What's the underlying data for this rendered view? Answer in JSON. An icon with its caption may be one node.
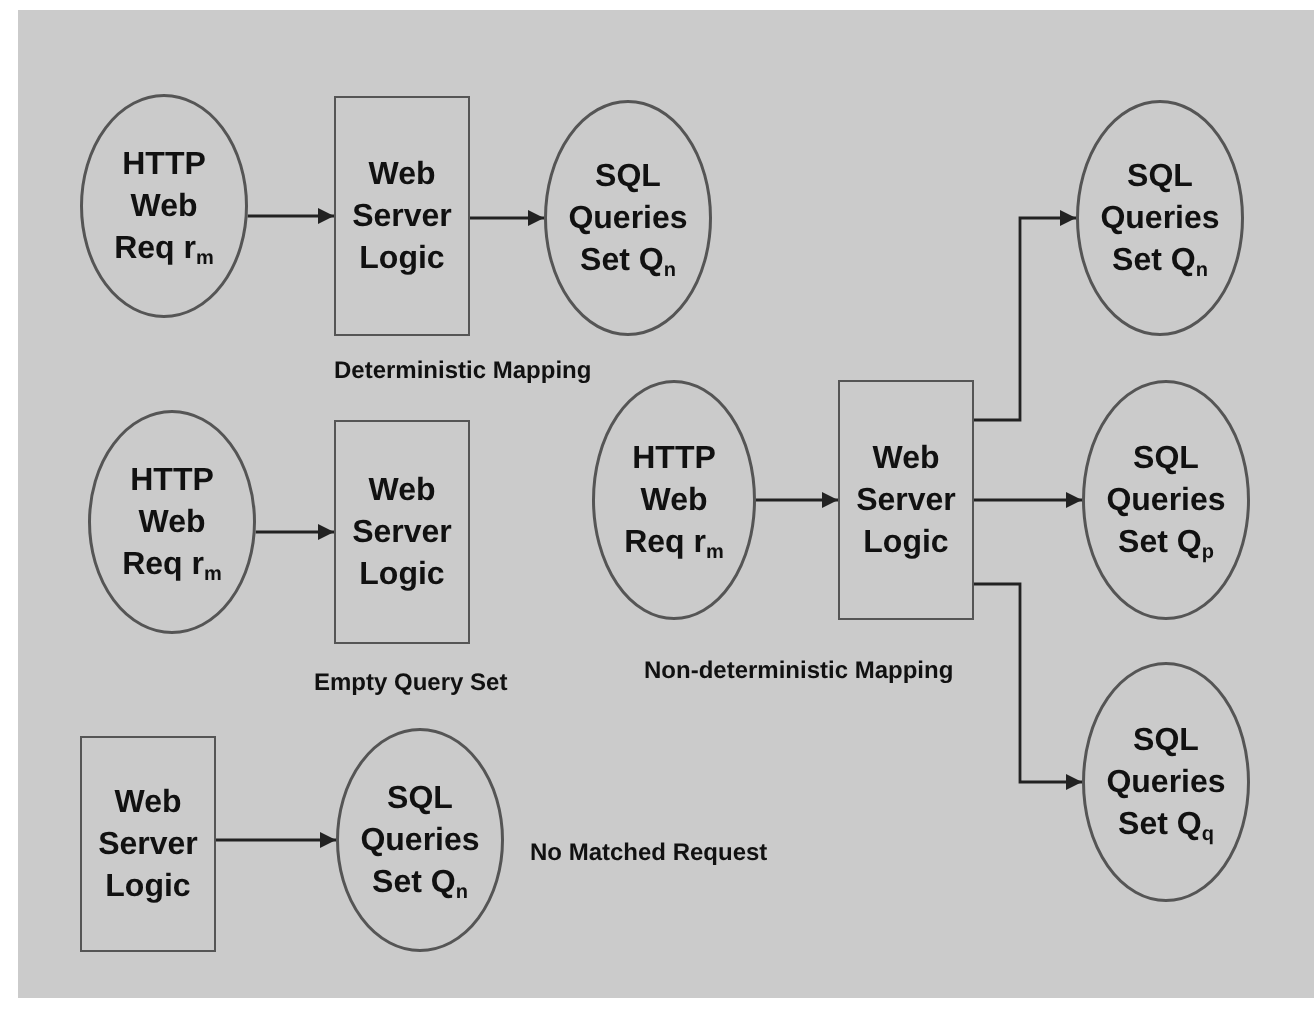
{
  "diagram": {
    "nodes": [
      {
        "text": [
          "HTTP Web Req r$_{m}$"
        ]
      },
      {
        "text": [
          "Web Server Logic"
        ]
      },
      {
        "text": [
          "SQL Queries Set Q$_{n}$"
        ]
      },
      {
        "text": [
          "HTTP Web Req r$_{m}$"
        ]
      },
      {
        "text": [
          "Web Server Logic"
        ]
      },
      {
        "text": [
          "Web Server Logic"
        ]
      },
      {
        "text": [
          "SQL Queries Set Q$_{n}$"
        ]
      },
      {
        "text": [
          "HTTP Web Req r$_{m}$"
        ]
      },
      {
        "text": [
          "Web Server Logic"
        ]
      },
      {
        "text": [
          "SQL Queries Set Q$_{n}$"
        ]
      },
      {
        "text": [
          "SQL Queries Set Q$_{p}$"
        ]
      },
      {
        "text": [
          "SQL Queries Set Q$_{q}$"
        ]
      }
    ],
    "edges": [
      {
        "from": 0,
        "to": 1,
        "arrow": "to"
      },
      {
        "from": 1,
        "to": 2,
        "arrow": "to"
      },
      {
        "from": 3,
        "to": 4,
        "arrow": "to"
      },
      {
        "from": 5,
        "to": 6,
        "arrow": "to"
      },
      {
        "from": 7,
        "to": 8,
        "arrow": "to"
      },
      {
        "from": 8,
        "to": 9,
        "arrow": "to"
      },
      {
        "from": 8,
        "to": 10,
        "arrow": "to"
      },
      {
        "from": 8,
        "to": 11,
        "arrow": "to"
      }
    ],
    "labels": [
      "Deterministic Mapping",
      "Empty Query Set",
      "No Matched Request",
      "Non-deterministic Mapping"
    ]
  }
}
